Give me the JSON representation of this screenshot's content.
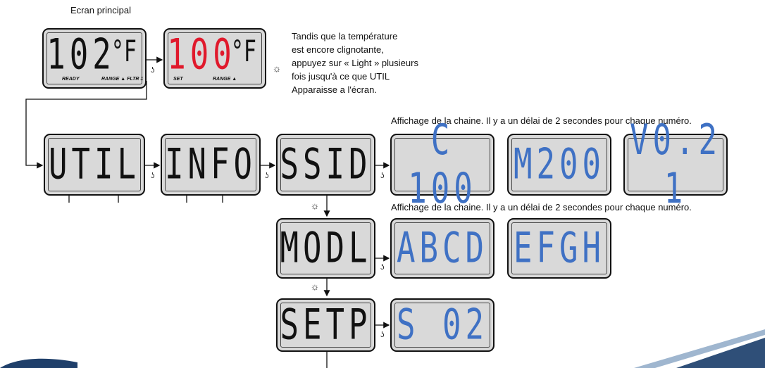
{
  "title": "Ecran principal",
  "note": [
    "Tandis que la température",
    "est encore clignotante,",
    "appuyez sur « Light » plusieurs",
    "fois jusqu'à ce que UTIL",
    "Apparaisse a l'écran."
  ],
  "caption": "Affichage de la chaine. Il y a un délai de 2 secondes pour chaque numéro.",
  "displays": {
    "main": {
      "text": "102",
      "unit": "°F",
      "sub1": "READY",
      "sub2": "RANGE ▲ FLTR 1"
    },
    "set": {
      "text": "100",
      "unit": "°F",
      "sub1": "SET",
      "sub2": "RANGE ▲"
    },
    "util": "UTIL",
    "info": "INFO",
    "ssid": "SSID",
    "c100": "C 100",
    "m200": "M200",
    "v021": "V0.2 1",
    "modl": "MODL",
    "abcd": "ABCD",
    "efgh": "EFGH",
    "setp": "SETP",
    "s02": "S 02"
  },
  "colors": {
    "lcd_bg": "#d9d9d9",
    "red": "#e0192c",
    "blue": "#3f71c4",
    "dark": "#111111"
  },
  "icons": [
    "light-sun-icon",
    "hand-press-icon",
    "arrow-icon"
  ]
}
